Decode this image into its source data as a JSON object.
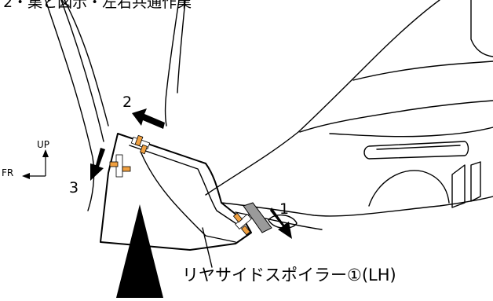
{
  "header": {
    "text": "2・集と図示・左右共通作業"
  },
  "steps": {
    "one": "1",
    "two": "2",
    "three": "3"
  },
  "orientation": {
    "up": "UP",
    "fr": "FR"
  },
  "part_label": "リヤサイドスポイラー①(LH)",
  "colors": {
    "tape": "#f0a040",
    "line": "#000000",
    "adhesive_strip": "#9a9a9a",
    "background": "#ffffff"
  }
}
